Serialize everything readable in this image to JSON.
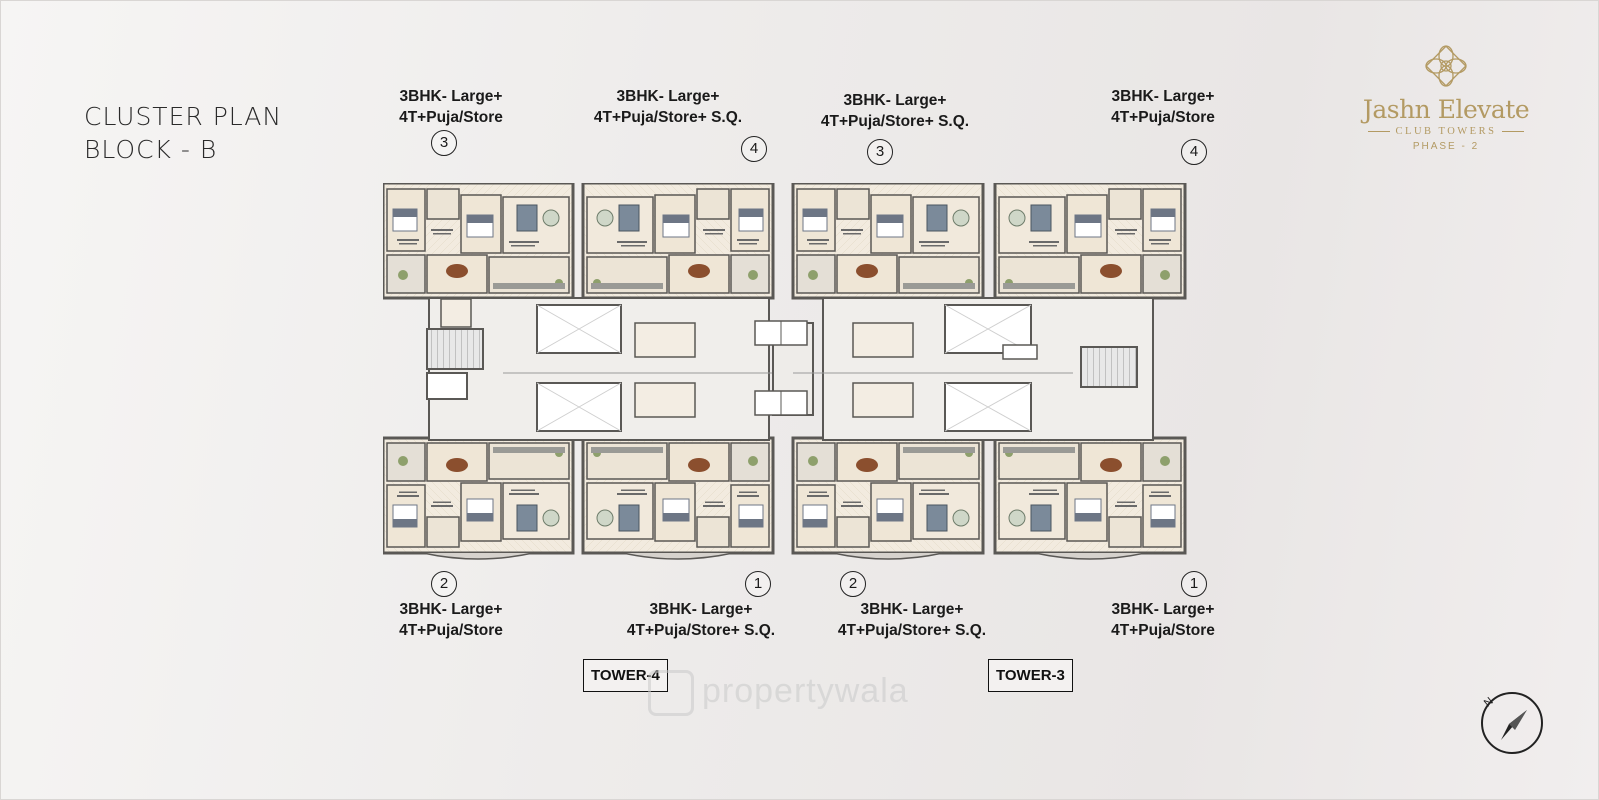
{
  "title": {
    "line1": "CLUSTER PLAN",
    "line2": "BLOCK - B"
  },
  "logo": {
    "brand": "Jashn Elevate",
    "subtitle": "CLUB TOWERS",
    "phase": "PHASE - 2"
  },
  "watermark": "propertywala",
  "units_top": [
    {
      "line1": "3BHK- Large+",
      "line2": "4T+Puja/Store",
      "number": "3"
    },
    {
      "line1": "3BHK- Large+",
      "line2": "4T+Puja/Store+ S.Q.",
      "number": "4"
    },
    {
      "line1": "3BHK- Large+",
      "line2": "4T+Puja/Store+ S.Q.",
      "number": "3"
    },
    {
      "line1": "3BHK- Large+",
      "line2": "4T+Puja/Store",
      "number": "4"
    }
  ],
  "units_bottom": [
    {
      "line1": "3BHK- Large+",
      "line2": "4T+Puja/Store",
      "number": "2"
    },
    {
      "line1": "3BHK- Large+",
      "line2": "4T+Puja/Store+ S.Q.",
      "number": "1"
    },
    {
      "line1": "3BHK- Large+",
      "line2": "4T+Puja/Store+ S.Q.",
      "number": "2"
    },
    {
      "line1": "3BHK- Large+",
      "line2": "4T+Puja/Store",
      "number": "1"
    }
  ],
  "towers": [
    {
      "label": "TOWER-4"
    },
    {
      "label": "TOWER-3"
    }
  ],
  "compass": {
    "label": "N"
  },
  "colors": {
    "wall": "#5a5855",
    "floor": "#f2ebdf",
    "green": "#8ea06c",
    "accent": "#b39a63",
    "bed": "#6d7685",
    "wood": "#8b4f2e"
  }
}
